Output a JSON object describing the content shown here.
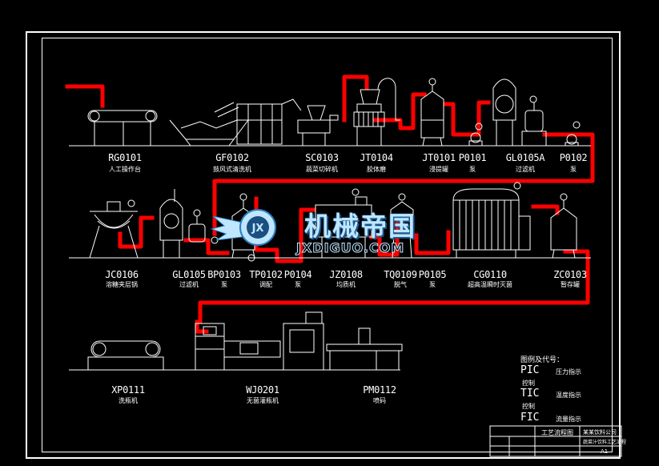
{
  "row1": [
    {
      "code": "RG0101",
      "name": "人工操作台"
    },
    {
      "code": "GF0102",
      "name": "鼓风式清洗机"
    },
    {
      "code": "SC0103",
      "name": "蔬菜切碎机"
    },
    {
      "code": "JT0104",
      "name": "胶体磨"
    },
    {
      "code": "JT0101",
      "name": "浸提罐"
    },
    {
      "code": "P0101",
      "name": "泵"
    },
    {
      "code": "GL0105A",
      "name": "过滤机"
    },
    {
      "code": "P0102",
      "name": "泵"
    }
  ],
  "row2": [
    {
      "code": "JC0106",
      "name": "溶糖夹层锅"
    },
    {
      "code": "GL0105",
      "name": "过滤机"
    },
    {
      "code": "BP0103",
      "name": "泵"
    },
    {
      "code": "TP0102",
      "name": "调配"
    },
    {
      "code": "P0104",
      "name": "泵"
    },
    {
      "code": "JZ0108",
      "name": "均质机"
    },
    {
      "code": "TQ0109",
      "name": "脱气"
    },
    {
      "code": "P0105",
      "name": "泵"
    },
    {
      "code": "CG0110",
      "name": "超高温瞬时灭菌"
    },
    {
      "code": "ZC0103",
      "name": "暂存罐"
    }
  ],
  "row3": [
    {
      "code": "XP0111",
      "name": "洗瓶机"
    },
    {
      "code": "WJ0201",
      "name": "无菌灌瓶机"
    },
    {
      "code": "PM0112",
      "name": "喷码"
    }
  ],
  "legend": {
    "title": "图例及代号：",
    "items": [
      {
        "code": "PIC",
        "desc": "压力指示",
        "sub": "控制"
      },
      {
        "code": "TIC",
        "desc": "温度指示",
        "sub": "控制"
      },
      {
        "code": "FIC",
        "desc": "流量指示"
      }
    ]
  },
  "title_block": {
    "title": "工艺流程图",
    "org": "某某饮料公司",
    "sub": "蔬菜汁饮料工艺流程",
    "sheet": "A1"
  },
  "watermark": {
    "cn": "机械帝国",
    "en": "JXDIGUO.COM",
    "badge": "JX"
  },
  "colors": {
    "pipe": "#ff0000",
    "line": "#ffffff",
    "background": "#000000",
    "watermark": "#bfe6ff"
  }
}
